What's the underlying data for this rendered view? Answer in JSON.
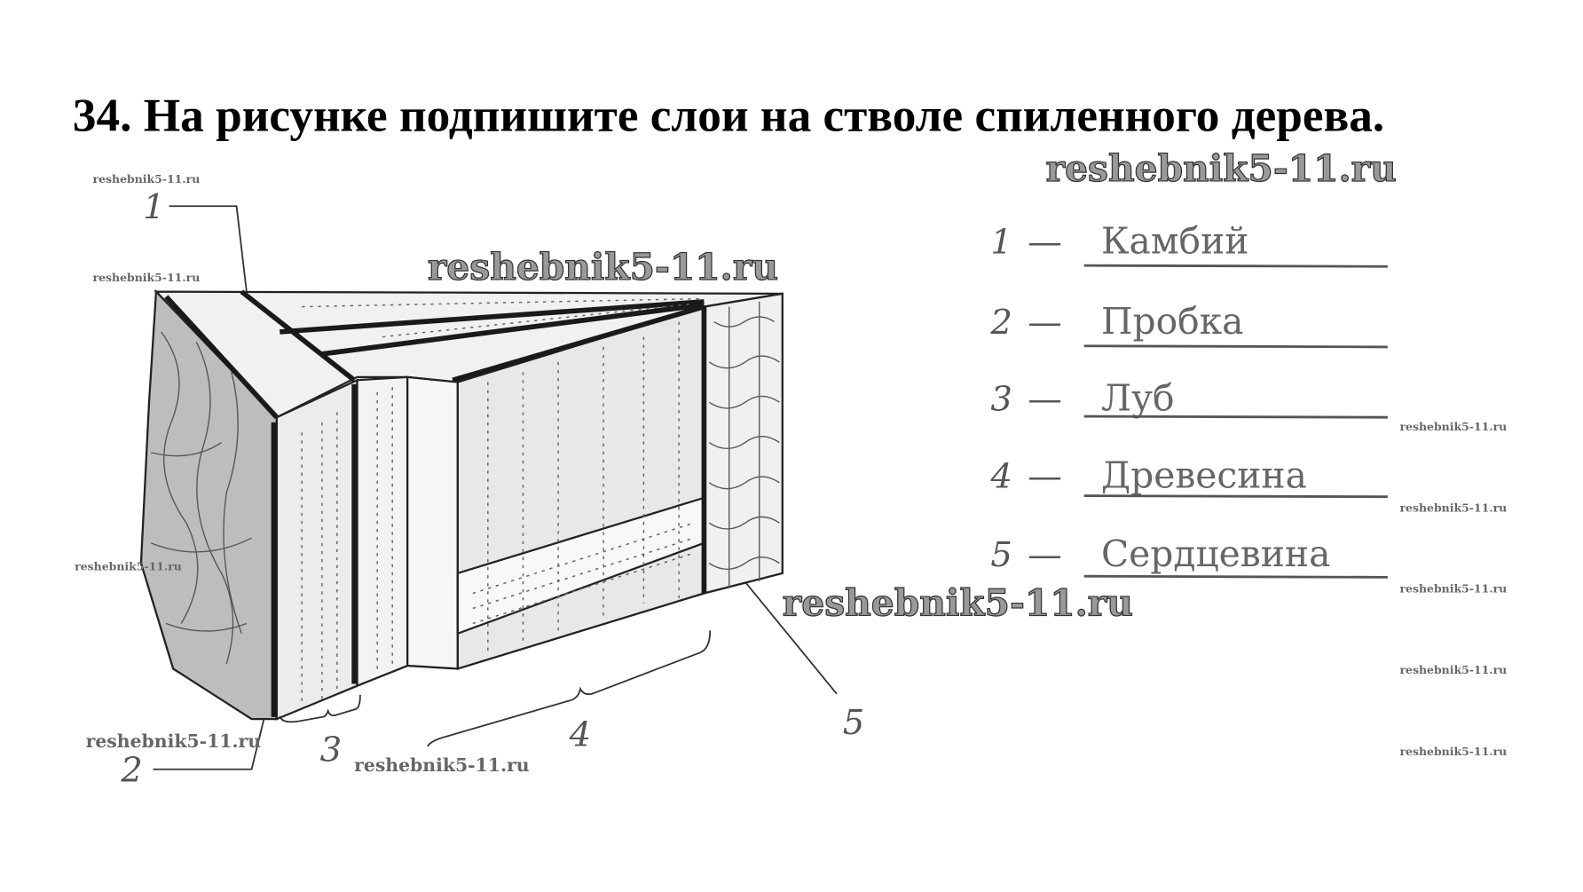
{
  "title": "34. На рисунке подпишите слои на стволе спиленного дерева.",
  "diagram": {
    "callouts": [
      "1",
      "2",
      "3",
      "4",
      "5"
    ]
  },
  "answers": [
    {
      "number": "1",
      "dash": "—",
      "text": "Камбий"
    },
    {
      "number": "2",
      "dash": "—",
      "text": "Пробка"
    },
    {
      "number": "3",
      "dash": "—",
      "text": "Луб"
    },
    {
      "number": "4",
      "dash": "—",
      "text": "Древесина"
    },
    {
      "number": "5",
      "dash": "—",
      "text": "Сердцевина"
    }
  ],
  "watermark": "reshebnik5-11.ru"
}
